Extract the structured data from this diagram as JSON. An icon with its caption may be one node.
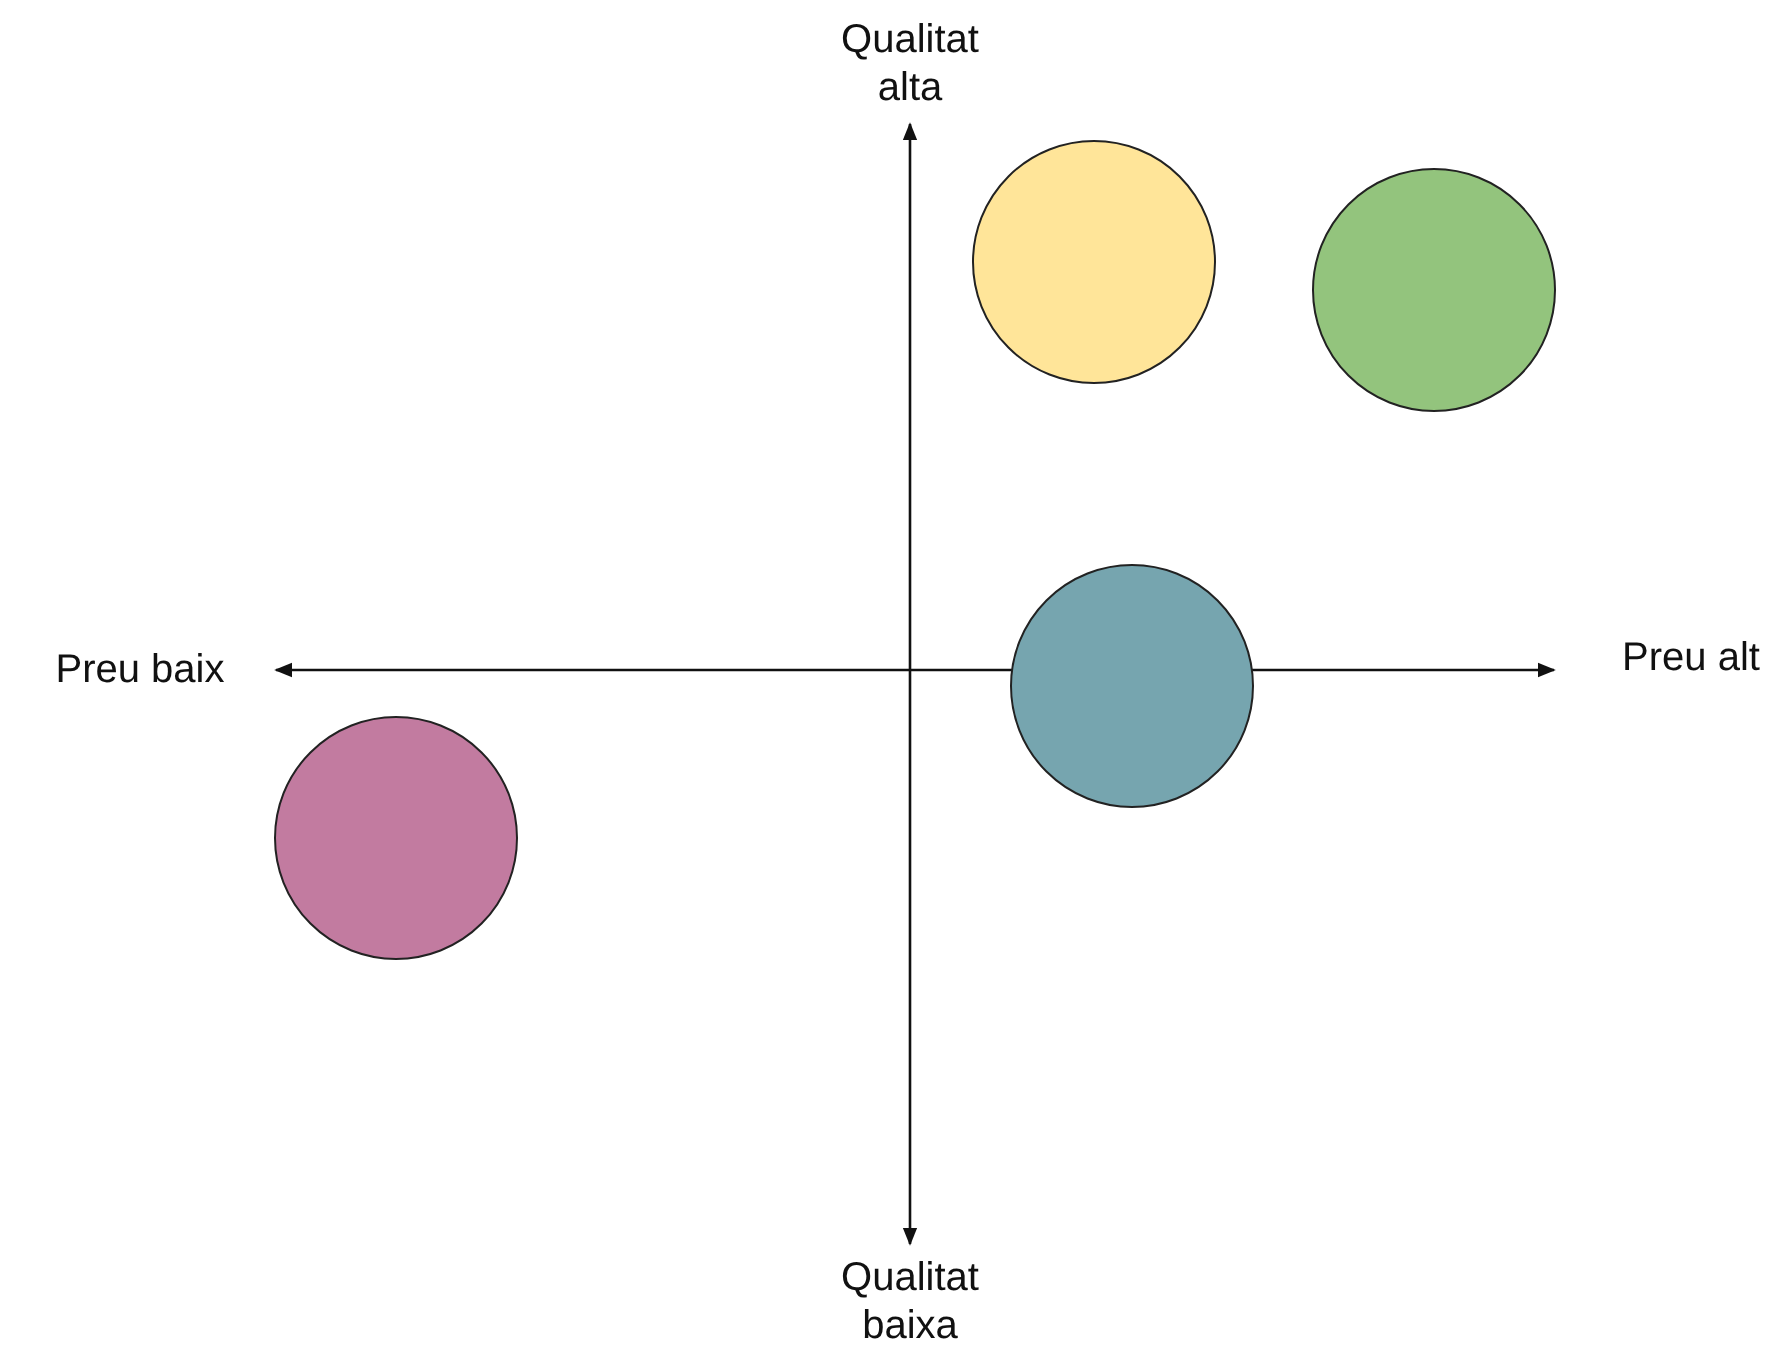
{
  "diagram": {
    "nodes": [
      {
        "text": [],
        "shape": "circle"
      },
      {
        "text": [],
        "shape": "circle"
      },
      {
        "text": [],
        "shape": "circle"
      },
      {
        "text": [],
        "shape": "circle"
      }
    ],
    "edges": [],
    "labels": [
      "Qualitat alta",
      "Preu baix",
      "Preu alt",
      "Qualitat baixa"
    ]
  }
}
